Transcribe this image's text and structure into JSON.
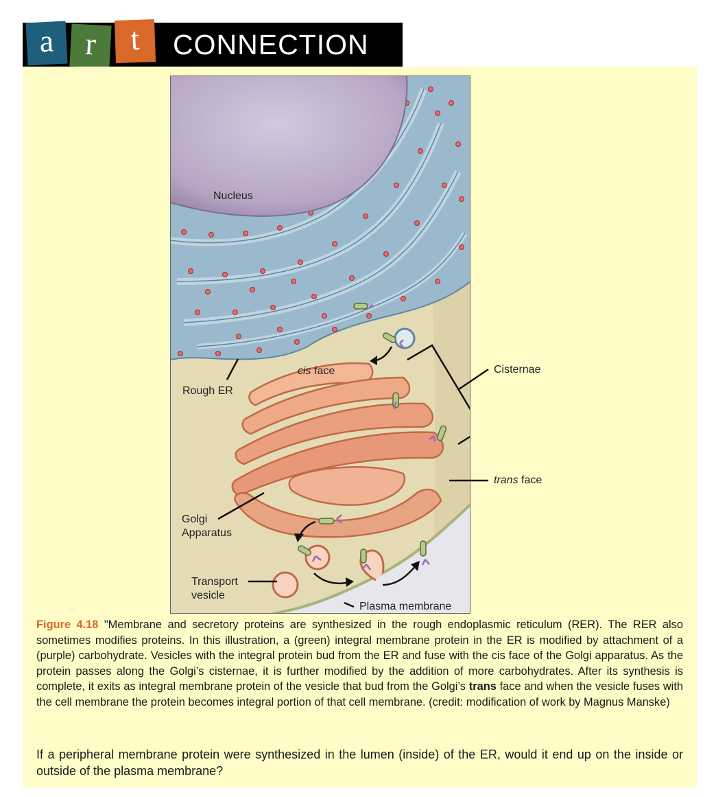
{
  "banner": {
    "letters": [
      "a",
      "r",
      "t"
    ],
    "word": "CONNECTION",
    "colors": {
      "a": "#1d5f7c",
      "r": "#4c7a3a",
      "t": "#d9692b"
    }
  },
  "figure": {
    "labels": {
      "nucleus": "Nucleus",
      "rough_er": "Rough ER",
      "cis_face_italic": "cis",
      "cis_face_rest": " face",
      "cisternae": "Cisternae",
      "trans_face_italic": "trans",
      "trans_face_rest": " face",
      "golgi_line1": "Golgi",
      "golgi_line2": "Apparatus",
      "transport_line1": "Transport",
      "transport_line2": "vesicle",
      "plasma_membrane": "Plasma membrane"
    }
  },
  "caption": {
    "figure_number": "Figure 4.18",
    "text_before_bold": " \"Membrane and secretory proteins are synthesized in the rough endoplasmic reticulum (RER). The RER also sometimes modifies proteins. In this illustration, a (green) integral membrane protein in the ER is modified by attachment of a (purple) carbohydrate. Vesicles with the integral protein bud from the ER and fuse with the cis face of the Golgi apparatus. As the protein passes along the Golgi’s cisternae, it is further modified by the addition of more carbohydrates. After its synthesis is complete, it exits as integral membrane protein of the vesicle that bud from the Golgi’s ",
    "bold": "trans",
    "text_after_bold": " face and when the vesicle fuses with the cell membrane the protein becomes integral portion of that cell membrane. (credit: modification of work by Magnus Manske)"
  },
  "question": "If a peripheral membrane protein were synthesized in the lumen (inside) of the ER, would it end up on the inside or outside of the plasma membrane?",
  "colors": {
    "panel_background": "#fffcc8",
    "figure_number": "#d9692b",
    "cytoplasm": "#e4dbb5",
    "er_blue": "#9bb9cc",
    "golgi_pink": "#e8a383"
  }
}
